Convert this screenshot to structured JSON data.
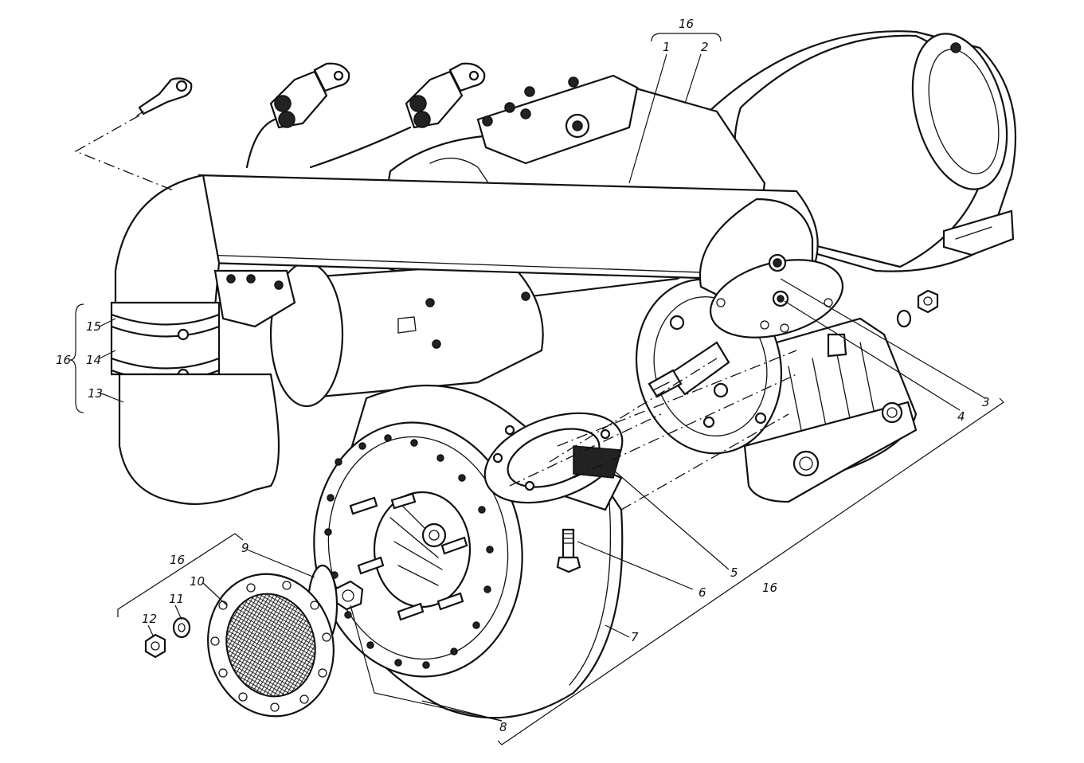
{
  "callouts": {
    "n1": "1",
    "n2": "2",
    "n3": "3",
    "n4": "4",
    "n5": "5",
    "n6": "6",
    "n7": "7",
    "n8": "8",
    "n9": "9",
    "n10": "10",
    "n11": "11",
    "n12": "12",
    "n13": "13",
    "n14": "14",
    "n15": "15",
    "n16_top": "16",
    "n16_left": "16",
    "n16_lowleft": "16",
    "n16_right": "16"
  },
  "colors": {
    "ink": "#111111",
    "paper": "#ffffff"
  }
}
